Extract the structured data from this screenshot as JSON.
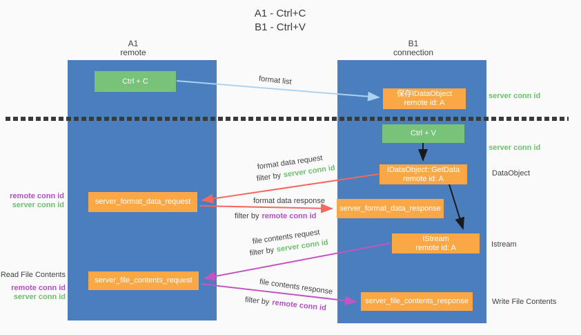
{
  "title": {
    "line1": "A1 - Ctrl+C",
    "line2": "B1 - Ctrl+V"
  },
  "lanes": {
    "left": {
      "name": "A1",
      "role": "remote"
    },
    "right": {
      "name": "B1",
      "role": "connection"
    }
  },
  "nodes": {
    "ctrl_c": {
      "label": "Ctrl + C"
    },
    "ctrl_v": {
      "label": "Ctrl + V"
    },
    "save_dataobject": {
      "line1": "保存IDataObject",
      "line2": "remote id: A"
    },
    "getdata": {
      "line1": "IDataObject::GetData",
      "line2": "remote id: A"
    },
    "istream": {
      "line1": "IStream",
      "line2": "remote id: A"
    },
    "format_request": {
      "label": "server_format_data_request"
    },
    "format_response": {
      "label": "server_format_data_response"
    },
    "file_request": {
      "label": "server_file_contents_request"
    },
    "file_response": {
      "label": "server_file_contents_response"
    }
  },
  "arrow_labels": {
    "format_list": "format list",
    "format_data_request": "format data request",
    "format_data_response": "format data response",
    "file_contents_request": "file contents request",
    "file_contents_response": "file contents response",
    "filter_by": "filter by",
    "server_conn_id": "server conn id",
    "remote_conn_id": "remote conn id"
  },
  "side_labels": {
    "server_conn_id_top": "server conn id",
    "server_conn_id_mid": "server conn id",
    "dataobject": "DataObject",
    "istream": "Istream",
    "write_file_contents": "Write File Contents",
    "read_file_contents": "Read File Contents",
    "remote_conn_id_left_1": "remote conn id",
    "server_conn_id_left_1": "server conn id",
    "remote_conn_id_left_2": "remote conn id",
    "server_conn_id_left_2": "server conn id"
  },
  "colors": {
    "lane_blue": "#4a7ebc",
    "node_green": "#77c379",
    "node_orange": "#f9a845",
    "arrow_red": "#f4695f",
    "arrow_magenta": "#c453c4",
    "arrow_light_blue": "#a8d4f2",
    "arrow_black": "#1a1a1a",
    "text_green": "#6dbf6d",
    "text_purple": "#b44ec4",
    "background": "#fafafa"
  }
}
